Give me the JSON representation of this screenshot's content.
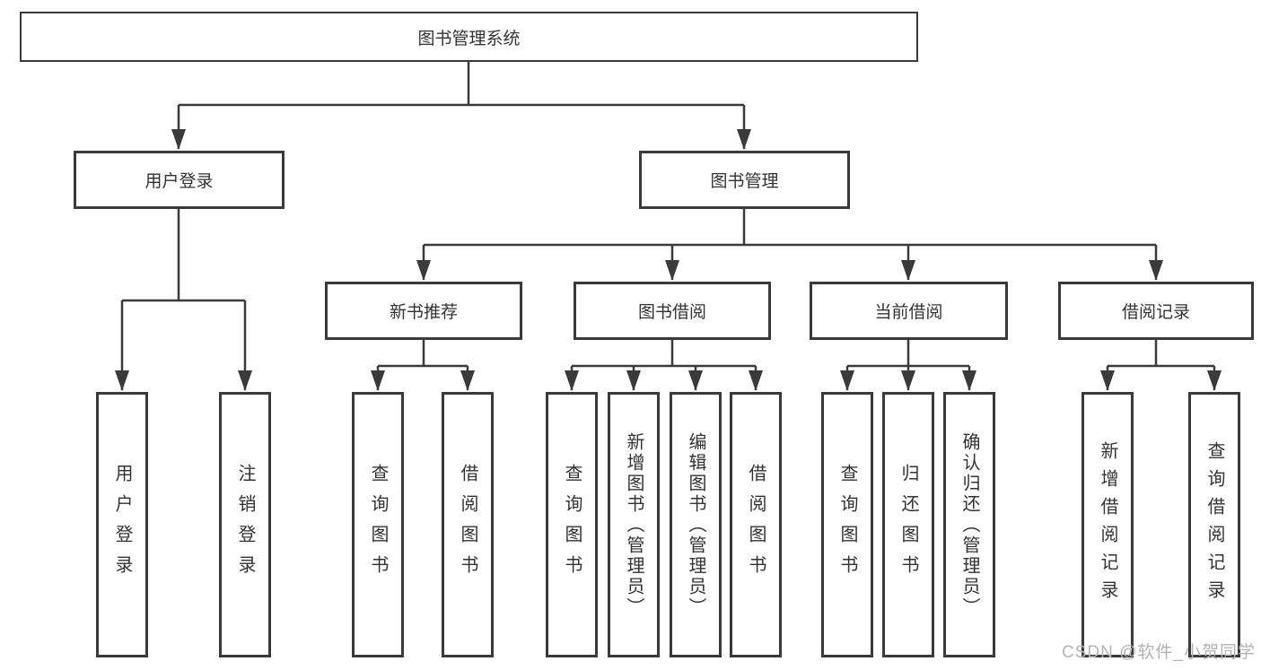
{
  "diagram_title": "图书管理系统",
  "tree": {
    "label": "图书管理系统",
    "children": [
      {
        "label": "用户登录",
        "children": [
          {
            "label": "用户登录"
          },
          {
            "label": "注销登录"
          }
        ]
      },
      {
        "label": "图书管理",
        "children": [
          {
            "label": "新书推荐",
            "children": [
              {
                "label": "查询图书"
              },
              {
                "label": "借阅图书"
              }
            ]
          },
          {
            "label": "图书借阅",
            "children": [
              {
                "label": "查询图书"
              },
              {
                "label": "新增图书（管理员）"
              },
              {
                "label": "编辑图书（管理员）"
              },
              {
                "label": "借阅图书"
              }
            ]
          },
          {
            "label": "当前借阅",
            "children": [
              {
                "label": "查询图书"
              },
              {
                "label": "归还图书"
              },
              {
                "label": "确认归还（管理员）"
              }
            ]
          },
          {
            "label": "借阅记录",
            "children": [
              {
                "label": "新增借阅记录"
              },
              {
                "label": "查询借阅记录"
              }
            ]
          }
        ]
      }
    ]
  },
  "watermark": "CSDN @软件_小贺同学",
  "colors": {
    "line": "#3a3a3a",
    "box_border": "#3a3a3a",
    "box_fill": "#ffffff",
    "text": "#333333",
    "watermark_text": "#b3b3b3",
    "background": "#ffffff"
  }
}
